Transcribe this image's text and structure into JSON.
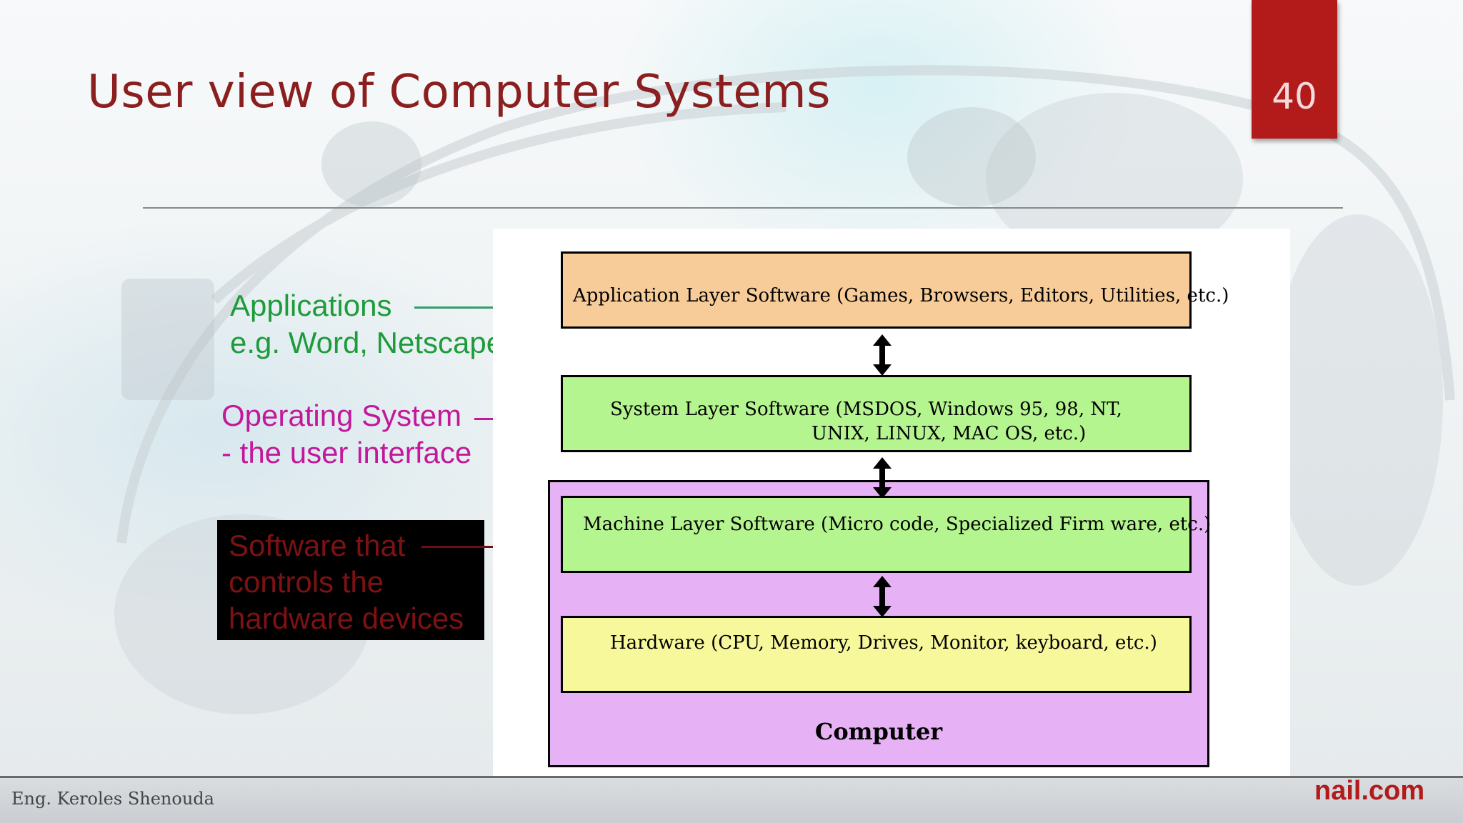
{
  "slide": {
    "title": "User view of Computer Systems",
    "page_number": "40"
  },
  "annotations": {
    "applications": [
      "Applications",
      "e.g. Word, Netscape, etc"
    ],
    "operating_system": [
      "Operating System",
      "- the user interface"
    ],
    "hardware_software": [
      "Software that",
      "controls the",
      "hardware devices"
    ]
  },
  "diagram": {
    "application_layer": "Application Layer Software (Games, Browsers, Editors, Utilities, etc.)",
    "system_layer": [
      "System Layer Software (MSDOS, Windows 95, 98, NT,",
      "UNIX, LINUX, MAC OS, etc.)"
    ],
    "machine_layer": "Machine Layer Software (Micro code, Specialized Firm ware, etc.)",
    "hardware_layer": "Hardware (CPU, Memory, Drives, Monitor, keyboard, etc.)",
    "computer_label": "Computer"
  },
  "footer": {
    "author": "Eng. Keroles Shenouda",
    "email_fragment": "nail.com"
  },
  "colors": {
    "title": "#8b1f1f",
    "page_tab": "#b31b1b",
    "applications_note": "#1e9b3a",
    "os_note": "#c2189a",
    "hardware_note": "#7d1212",
    "application_layer": "#f7cc98",
    "system_layer": "#b5f590",
    "computer_box": "#e7b2f5",
    "hardware_layer": "#f7f79b"
  }
}
